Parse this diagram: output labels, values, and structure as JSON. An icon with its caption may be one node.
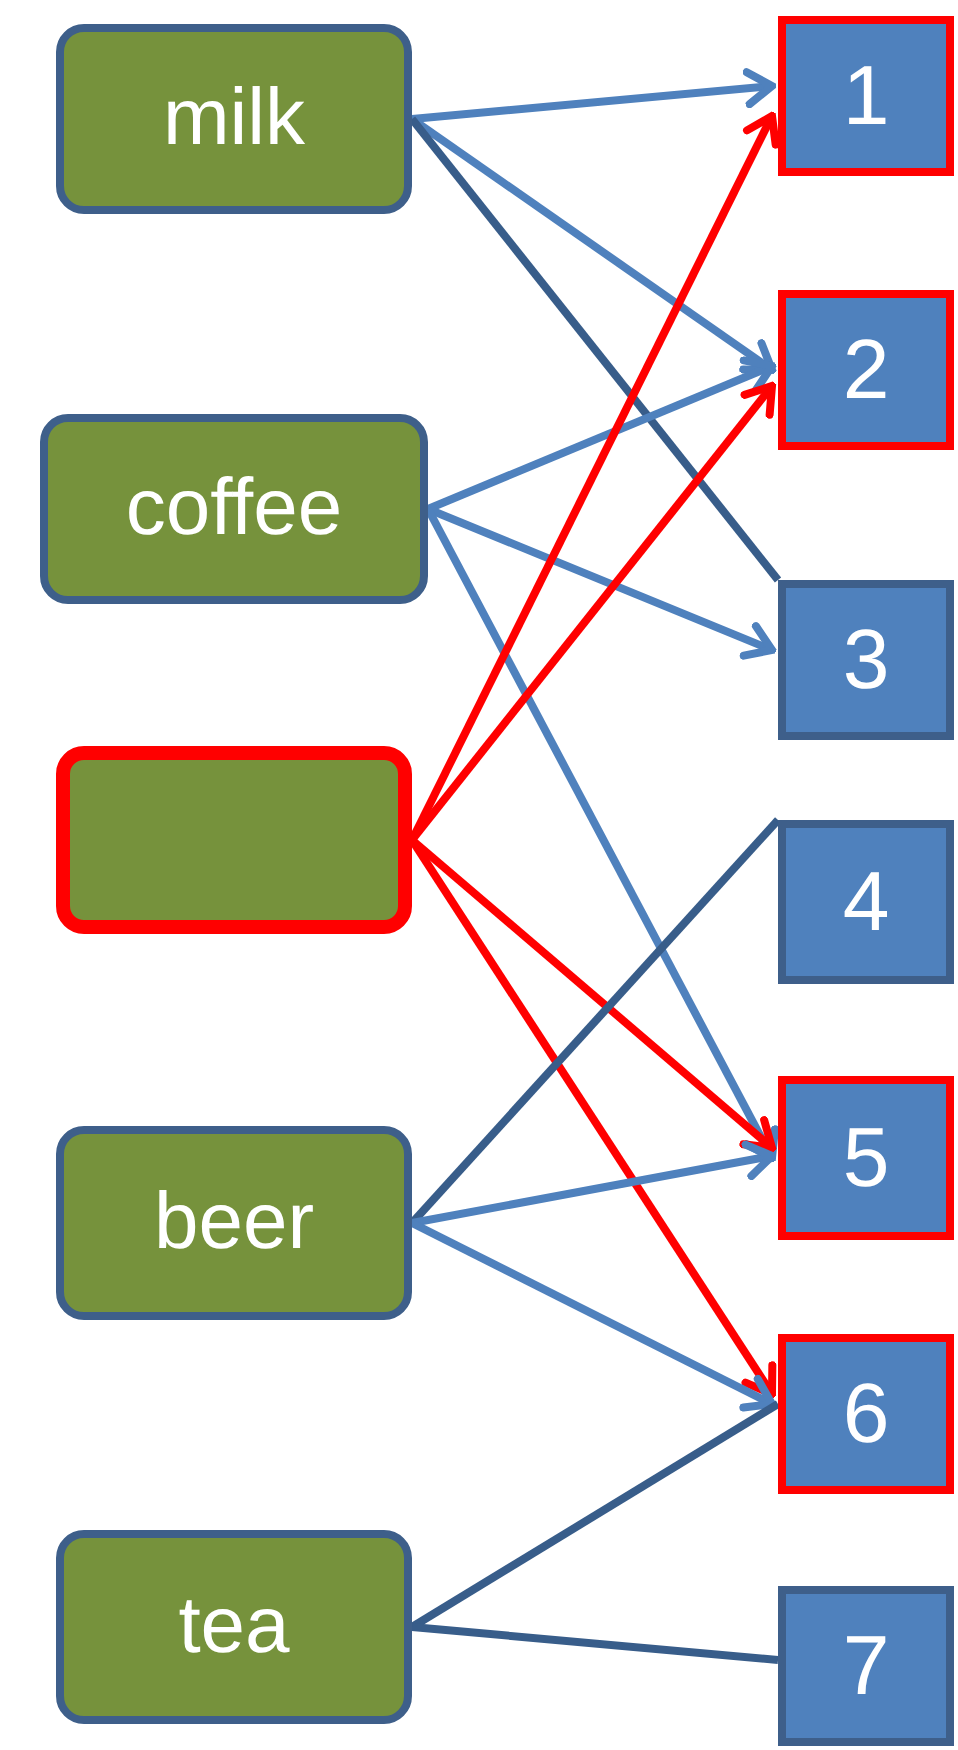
{
  "diagram": {
    "nodes": [
      {
        "text": [
          "milk"
        ]
      },
      {
        "text": [
          "coffee"
        ]
      },
      {
        "text": [],
        "shape": "box"
      },
      {
        "text": [
          "beer"
        ]
      },
      {
        "text": [
          "tea"
        ]
      },
      {
        "text": [
          "1"
        ]
      },
      {
        "text": [
          "2"
        ]
      },
      {
        "text": [
          "3"
        ]
      },
      {
        "text": [
          "4"
        ]
      },
      {
        "text": [
          "5"
        ]
      },
      {
        "text": [
          "6"
        ]
      },
      {
        "text": [
          "7"
        ]
      }
    ],
    "edges": [
      {
        "from": 0,
        "to": 5,
        "arrow": "to"
      },
      {
        "from": 0,
        "to": 6,
        "arrow": "to"
      },
      {
        "from": 0,
        "to": 7,
        "arrow": "none",
        "color": "#385d8a"
      },
      {
        "from": 1,
        "to": 6,
        "arrow": "to"
      },
      {
        "from": 1,
        "to": 7,
        "arrow": "to"
      },
      {
        "from": 1,
        "to": 9,
        "arrow": "to"
      },
      {
        "from": 2,
        "to": 5,
        "arrow": "to",
        "color": "#ff0000"
      },
      {
        "from": 2,
        "to": 6,
        "arrow": "to",
        "color": "#ff0000"
      },
      {
        "from": 2,
        "to": 9,
        "arrow": "to",
        "color": "#ff0000"
      },
      {
        "from": 2,
        "to": 10,
        "arrow": "to",
        "color": "#ff0000"
      },
      {
        "from": 3,
        "to": 8,
        "arrow": "none",
        "color": "#385d8a"
      },
      {
        "from": 3,
        "to": 9,
        "arrow": "to"
      },
      {
        "from": 3,
        "to": 10,
        "arrow": "to"
      },
      {
        "from": 4,
        "to": 10,
        "arrow": "none",
        "color": "#385d8a"
      },
      {
        "from": 4,
        "to": 11,
        "arrow": "none",
        "color": "#385d8a"
      }
    ]
  }
}
